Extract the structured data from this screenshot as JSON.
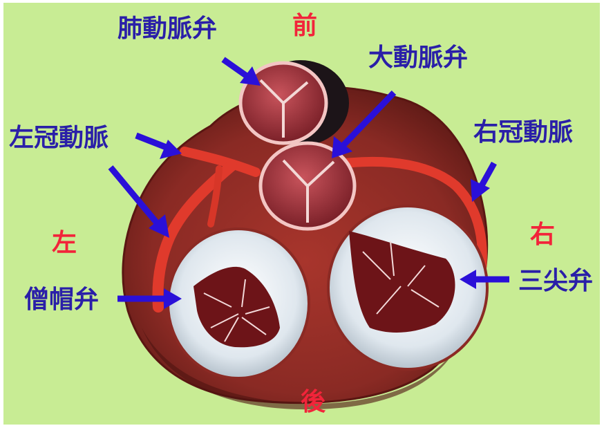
{
  "background_color": "#c8ec94",
  "label_color_structures": "#2a1fa8",
  "label_color_directions": "#f2243a",
  "arrow_color": "#2a10d8",
  "labels": {
    "pulmonary_valve": "肺動脈弁",
    "aortic_valve": "大動脈弁",
    "left_coronary": "左冠動脈",
    "right_coronary": "右冠動脈",
    "mitral_valve": "僧帽弁",
    "tricuspid_valve": "三尖弁",
    "anterior": "前",
    "posterior": "後",
    "left": "左",
    "right": "右"
  }
}
